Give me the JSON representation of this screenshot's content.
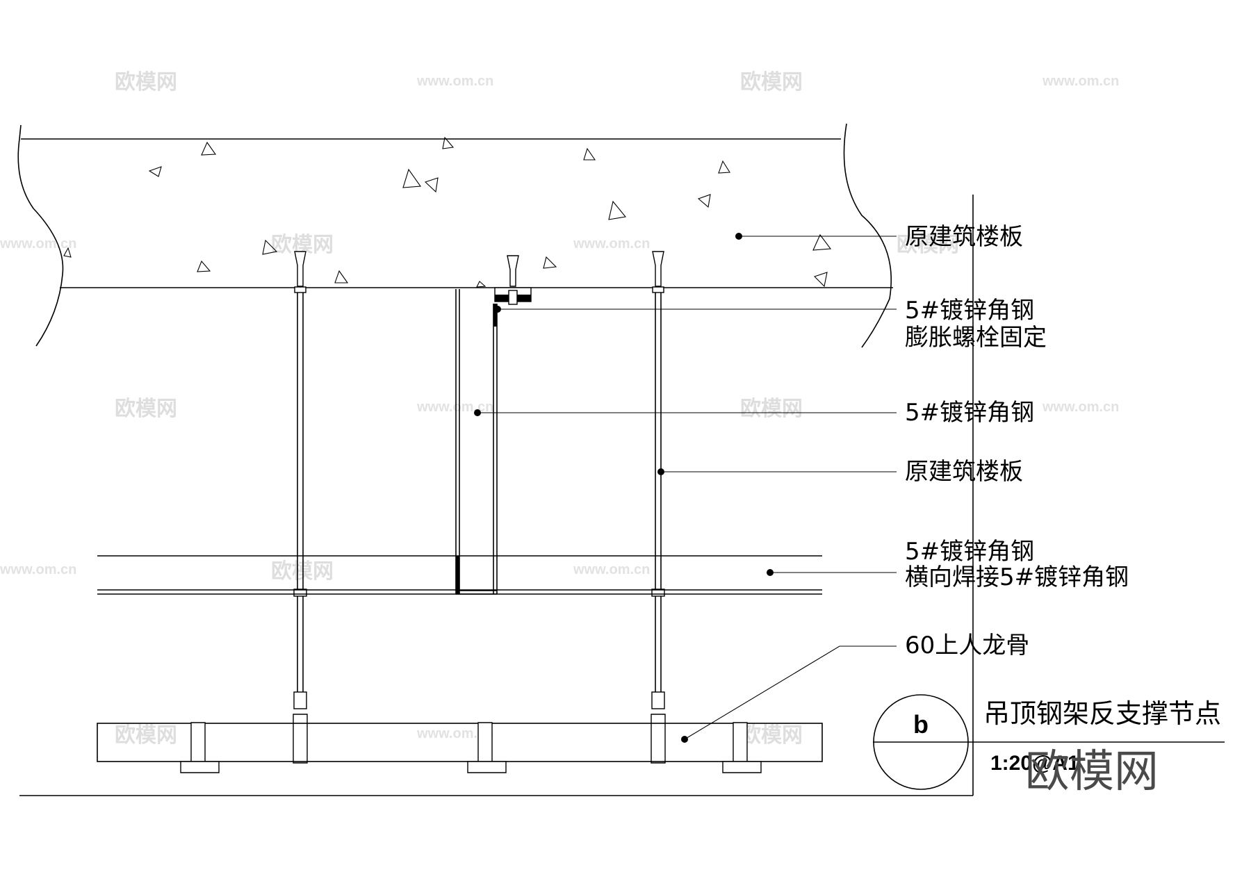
{
  "labels": {
    "slab_top": "原建筑楼板",
    "angle_anchor_line1": "5#镀锌角钢",
    "angle_anchor_line2": "膨胀螺栓固定",
    "angle_vertical": "5#镀锌角钢",
    "slab_rod": "原建筑楼板",
    "angle_horizontal_line1": "5#镀锌角钢",
    "angle_horizontal_line2": "横向焊接5#镀锌角钢",
    "keel": "60上人龙骨"
  },
  "detail": {
    "symbol": "b",
    "title": "吊顶钢架反支撑节点",
    "scale": "1:20@A1"
  },
  "watermark": {
    "brand": "欧模网",
    "url": "www.om.cn"
  }
}
